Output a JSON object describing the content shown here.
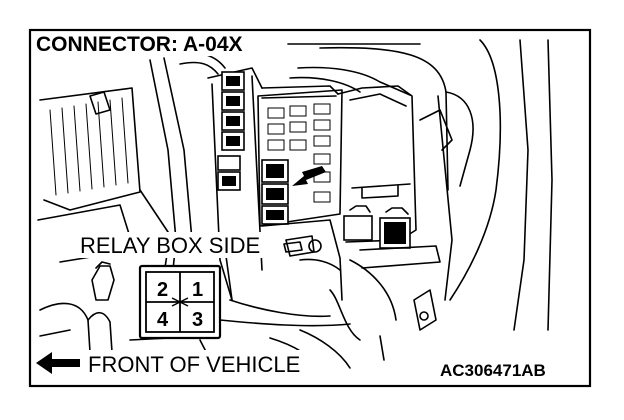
{
  "title": "CONNECTOR: A-04X",
  "relay_box_label": "RELAY BOX SIDE",
  "front_label": "FRONT OF VEHICLE",
  "figure_code": "AC306471AB",
  "connector_pins": {
    "top_left": "2",
    "top_right": "1",
    "bottom_left": "4",
    "bottom_right": "3"
  },
  "icons": {
    "front_arrow": "arrow-left-icon",
    "location_arrow": "arrow-pointer-icon"
  }
}
